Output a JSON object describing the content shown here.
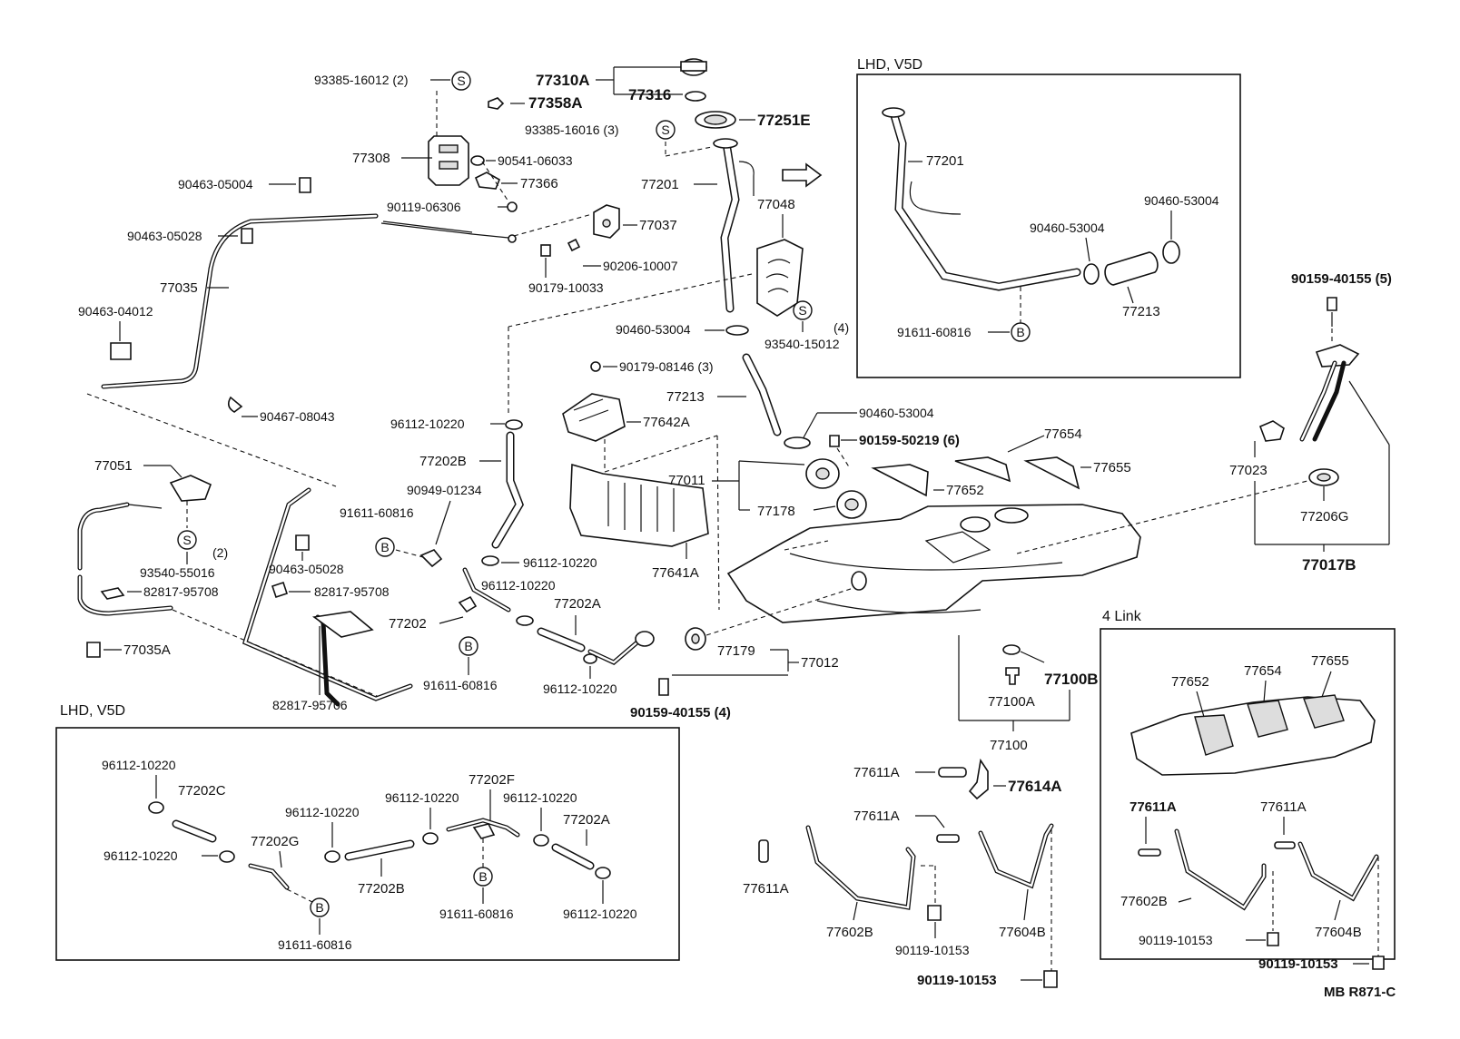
{
  "diagram": {
    "drawing_ref": "MB R871-C",
    "sections": {
      "lhd_v5d_top": "LHD, V5D",
      "lhd_v5d_bottom": "LHD, V5D",
      "four_link": "4 Link"
    },
    "symbols": {
      "s": "S",
      "b": "B"
    },
    "labels": {
      "l93385_16012": "93385-16012 (2)",
      "l77358A": "77358A",
      "l77308": "77308",
      "l90541_06033": "90541-06033",
      "l77366": "77366",
      "l90119_06306": "90119-06306",
      "l90463_05004": "90463-05004",
      "l90463_05028": "90463-05028",
      "l77035": "77035",
      "l90463_04012": "90463-04012",
      "l90467_08043": "90467-08043",
      "l77310A": "77310A",
      "l77316": "77316",
      "l93385_16016": "93385-16016 (3)",
      "l77251E": "77251E",
      "l77201": "77201",
      "l77037": "77037",
      "l90206_10007": "90206-10007",
      "l90179_10033": "90179-10033",
      "l77048": "77048",
      "l93540_15012": "93540-15012",
      "l93540_qty": "(4)",
      "l90460_53004_a": "90460-53004",
      "l90179_08146": "90179-08146 (3)",
      "l77213": "77213",
      "l96112_10220_a": "96112-10220",
      "l77642A": "77642A",
      "l90460_53004_b": "90460-53004",
      "l90159_50219": "90159-50219 (6)",
      "l77654": "77654",
      "l77655": "77655",
      "l77652": "77652",
      "l77202B": "77202B",
      "l77011": "77011",
      "l90949_01234": "90949-01234",
      "l91611_60816_a": "91611-60816",
      "l77178": "77178",
      "l96112_10220_b": "96112-10220",
      "l77641A": "77641A",
      "l96112_10220_c": "96112-10220",
      "l77202A": "77202A",
      "l77202": "77202",
      "l77179": "77179",
      "l77012": "77012",
      "l91611_60816_b": "91611-60816",
      "l96112_10220_d": "96112-10220",
      "l90159_40155_4": "90159-40155 (4)",
      "l77051": "77051",
      "l93540_55016": "93540-55016",
      "l93540_55016_qty": "(2)",
      "l90463_05028_b": "90463-05028",
      "l82817_95708_a": "82817-95708",
      "l82817_95708_b": "82817-95708",
      "l77035A": "77035A",
      "l82817_95706": "82817-95706",
      "l77100B": "77100B",
      "l77100A": "77100A",
      "l77100": "77100",
      "l77611A_1": "77611A",
      "l77614A": "77614A",
      "l77611A_2": "77611A",
      "l77611A_3": "77611A",
      "l77602B": "77602B",
      "l90119_10153_a": "90119-10153",
      "l77604B": "77604B",
      "l90119_10153_b": "90119-10153",
      "r77201": "77201",
      "r90460_53004_a": "90460-53004",
      "r90460_53004_b": "90460-53004",
      "r91611_60816": "91611-60816",
      "r77213": "77213",
      "r90159_40155": "90159-40155 (5)",
      "r77023": "77023",
      "r77206G": "77206G",
      "r77017B": "77017B",
      "k77652": "77652",
      "k77654": "77654",
      "k77655": "77655",
      "k77611A_a": "77611A",
      "k77611A_b": "77611A",
      "k77602B": "77602B",
      "k90119_10153_a": "90119-10153",
      "k77604B": "77604B",
      "k90119_10153_b": "90119-10153",
      "b96112_10220_a": "96112-10220",
      "b77202C": "77202C",
      "b96112_10220_b": "96112-10220",
      "b77202G": "77202G",
      "b96112_10220_c": "96112-10220",
      "b96112_10220_d": "96112-10220",
      "b77202F": "77202F",
      "b96112_10220_e": "96112-10220",
      "b77202A": "77202A",
      "b77202B": "77202B",
      "b91611_60816_a": "91611-60816",
      "b91611_60816_b": "91611-60816",
      "b96112_10220_f": "96112-10220"
    }
  }
}
